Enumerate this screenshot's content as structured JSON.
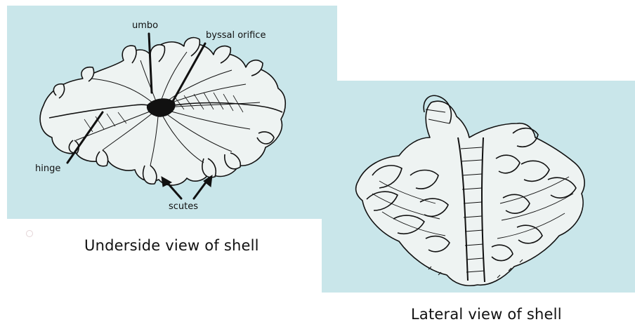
{
  "colors": {
    "panel_fill": "#c9e6ea",
    "ink": "#111111",
    "shell_fill": "#eef3f2"
  },
  "underside": {
    "caption": "Underside view of shell",
    "labels": {
      "umbo": "umbo",
      "byssal_orifice": "byssal orifice",
      "hinge": "hinge",
      "scutes": "scutes"
    }
  },
  "lateral": {
    "caption": "Lateral view of shell"
  }
}
